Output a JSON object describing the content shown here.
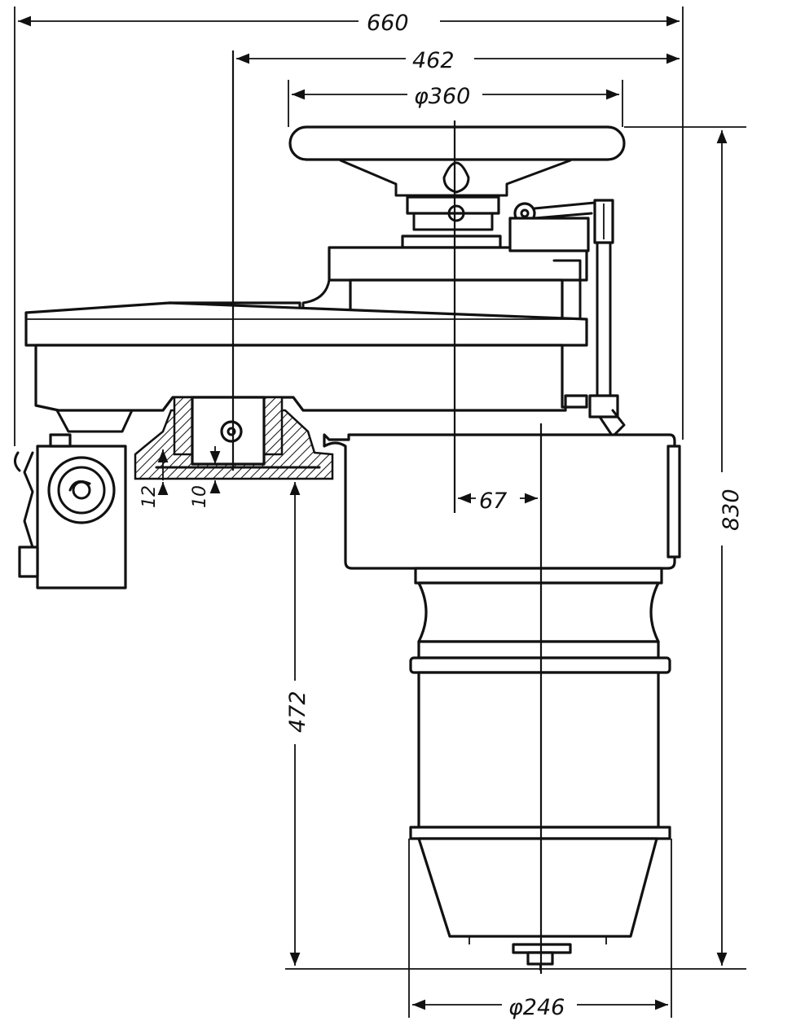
{
  "dimensions": {
    "overall_width": "660",
    "width_462": "462",
    "wheel_diameter": "φ360",
    "offset_67": "67",
    "height_830": "830",
    "height_472": "472",
    "dim_12": "12",
    "dim_10": "10",
    "bottom_diameter": "φ246"
  }
}
